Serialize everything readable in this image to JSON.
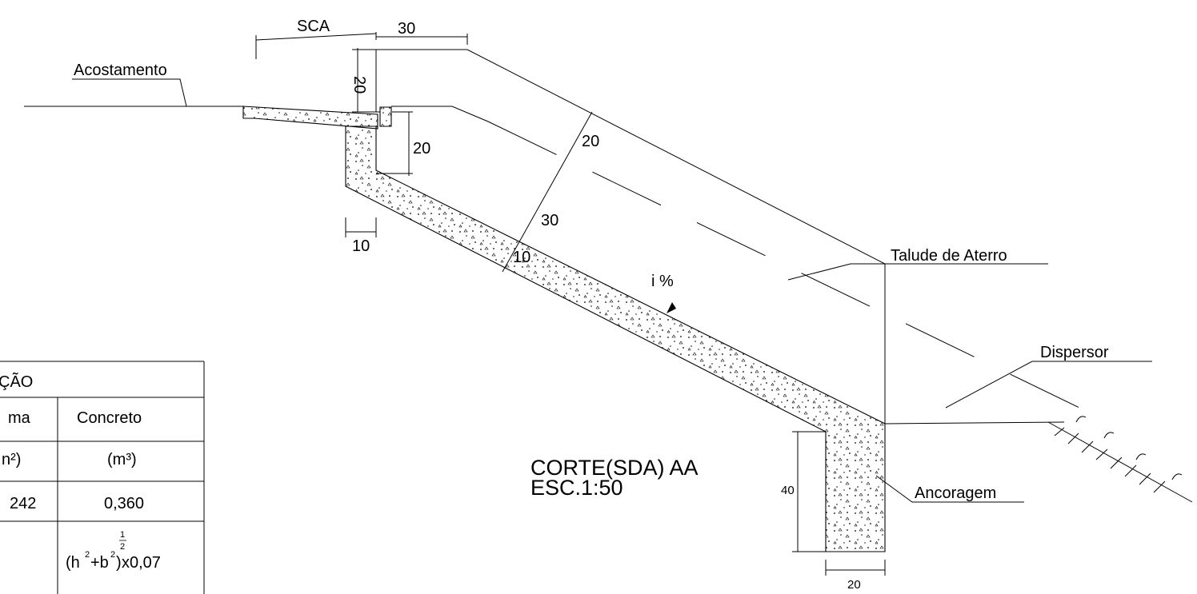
{
  "labels": {
    "sca": "SCA",
    "dim_top_30": "30",
    "dim_left_20": "20",
    "dim_curb_20": "20",
    "dim_slope_20": "20",
    "dim_slope_30": "30",
    "dim_10_left": "10",
    "dim_10_slope": "10",
    "dim_40": "40",
    "dim_bottom_20": "20",
    "acostamento": "Acostamento",
    "talude": "Talude de Aterro",
    "dispersor": "Dispersor",
    "ancoragem": "Ancoragem",
    "slope_i": "i %",
    "title_line1": "CORTE(SDA) AA",
    "title_line2": "ESC.1:50"
  },
  "table": {
    "header": "ÇÃO",
    "col1_header": "ma",
    "col2_header": "Concreto",
    "col1_unit": "n²)",
    "col2_unit": "(m³)",
    "col1_value": "242",
    "col2_value": "0,360",
    "formula_base": "(h",
    "formula_plus": "+b",
    "formula_tail": "x0,07",
    "formula_sup2": "2",
    "formula_exp_num": "1",
    "formula_exp_den": "2"
  }
}
